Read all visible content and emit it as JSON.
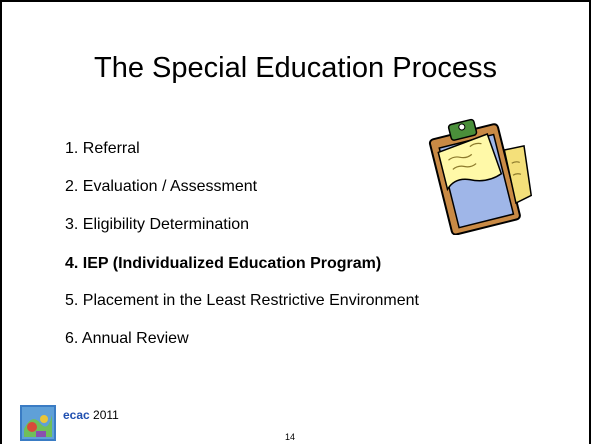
{
  "slide": {
    "title": "The Special Education Process",
    "items": [
      {
        "text": "1.  Referral"
      },
      {
        "text": "2.  Evaluation / Assessment"
      },
      {
        "text": "3.  Eligibility Determination"
      },
      {
        "text": "4.  IEP (Individualized Education Program)"
      },
      {
        "text": "5.  Placement in the Least Restrictive Environment"
      },
      {
        "text": "6.  Annual Review"
      }
    ],
    "illustration_icon": "clipboard-with-notes-icon"
  },
  "footer": {
    "brand": "ecac",
    "year": "2011",
    "page_number": "14",
    "logo_icon": "ecac-logo-icon",
    "brand_color": "#1f4fb0"
  }
}
